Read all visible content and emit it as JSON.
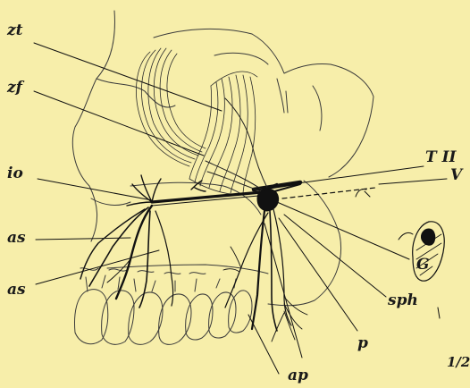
{
  "figure": {
    "background": "#f7eeaa",
    "ink": "#1a1a1a",
    "labels": {
      "zt": "zt",
      "zf": "zf",
      "io": "io",
      "as_upper": "as",
      "as_lower": "as",
      "TII": "T II",
      "V": "V",
      "G": "G",
      "sph": "sph",
      "p": "p",
      "ap": "ap",
      "scale": "1/2"
    }
  }
}
